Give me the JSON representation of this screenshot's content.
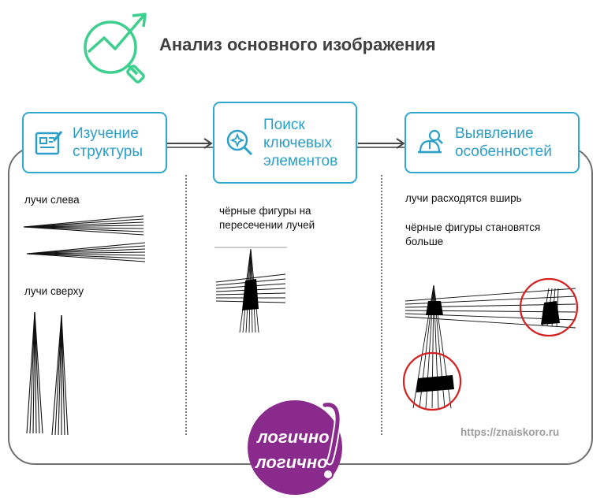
{
  "header": {
    "title": "Анализ основного изображения",
    "icon": "chart-magnifier-icon",
    "accent_color": "#3dcf8e"
  },
  "steps": [
    {
      "label": "Изучение\nструктуры",
      "icon": "blueprint-icon"
    },
    {
      "label": "Поиск\nключевых\nэлементов",
      "icon": "magnifier-star-icon"
    },
    {
      "label": "Выявление\nособенностей",
      "icon": "search-helmet-icon"
    }
  ],
  "columns": {
    "left": {
      "note_1": "лучи слева",
      "note_2": "лучи сверху"
    },
    "middle": {
      "note_1": "чёрные фигуры на\nпересечении лучей"
    },
    "right": {
      "note_1": "лучи расходятся вширь",
      "note_2": "чёрные фигуры становятся\nбольше"
    }
  },
  "footer": {
    "url": "https://znaiskoro.ru",
    "logo_text": "логично логично!",
    "logo_color": "#8a2a8c"
  },
  "colors": {
    "box_border": "#2fa8cf",
    "frame": "#6e6e6e",
    "highlight_circle": "#d32020"
  }
}
